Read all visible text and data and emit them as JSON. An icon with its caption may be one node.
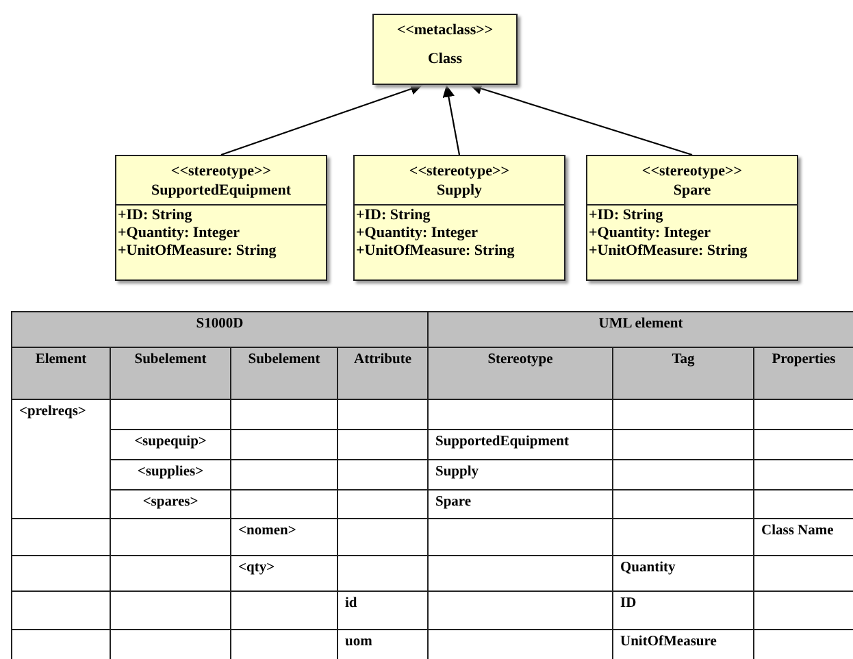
{
  "diagram": {
    "nodes": [
      {
        "text": [
          "<<metaclass>>",
          "Class"
        ]
      },
      {
        "text": [
          "<<stereotype>>",
          "SupportedEquipment",
          "+ID: String",
          "+Quantity: Integer",
          "+UnitOfMeasure: String"
        ]
      },
      {
        "text": [
          "<<stereotype>>",
          "Supply",
          "+ID: String",
          "+Quantity: Integer",
          "+UnitOfMeasure: String"
        ]
      },
      {
        "text": [
          "<<stereotype>>",
          "Spare",
          "+ID: String",
          "+Quantity: Integer",
          "+UnitOfMeasure: String"
        ]
      }
    ],
    "edges": [
      {
        "from": 1,
        "to": 0,
        "arrow": "to"
      },
      {
        "from": 2,
        "to": 0,
        "arrow": "to"
      },
      {
        "from": 3,
        "to": 0,
        "arrow": "to"
      }
    ],
    "labels": [
      "S1000D",
      "UML element",
      "Element",
      "Subelement",
      "Subelement",
      "Attribute",
      "Stereotype",
      "Tag",
      "Properties",
      "<prelreqs>",
      "<supequip>",
      "SupportedEquipment",
      "<supplies>",
      "Supply",
      "<spares>",
      "Spare",
      "<nomen>",
      "Class Name",
      "<qty>",
      "Quantity",
      "id",
      "ID",
      "uom",
      "UnitOfMeasure"
    ]
  }
}
